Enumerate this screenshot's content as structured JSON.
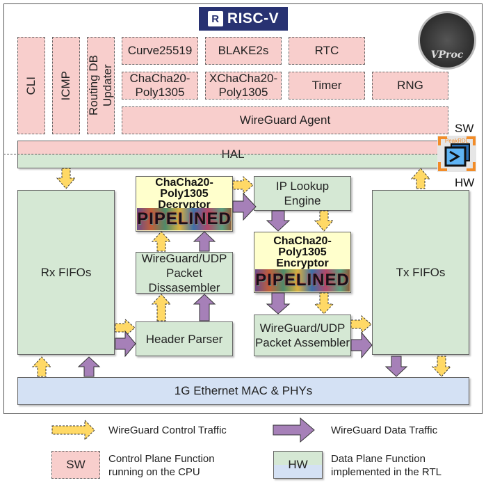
{
  "logo": {
    "text": "RISC-V",
    "mark": "R"
  },
  "badge": {
    "text": "VProc"
  },
  "software": {
    "vertical_blocks": [
      "CLI",
      "ICMP",
      "Routing DB Updater"
    ],
    "row1": [
      "Curve25519",
      "BLAKE2s",
      "RTC"
    ],
    "row2": [
      "ChaCha20-Poly1305",
      "XChaCha20-Poly1305",
      "Timer",
      "RNG"
    ],
    "agent": "WireGuard Agent"
  },
  "hal": "HAL",
  "boundary": {
    "sw_label": "SW",
    "hw_label": "HW",
    "icon_label": "PeakRDL"
  },
  "hardware": {
    "rx_fifos": "Rx FIFOs",
    "tx_fifos": "Tx FIFOs",
    "decryptor": {
      "title": "ChaCha20-Poly1305 Decryptor",
      "badge": "PIPELINED"
    },
    "encryptor": {
      "title": "ChaCha20-Poly1305 Encryptor",
      "badge": "PIPELINED"
    },
    "ip_lookup": "IP Lookup Engine",
    "disassembler": "WireGuard/UDP Packet Dissasembler",
    "assembler": "WireGuard/UDP Packet Assembler",
    "header_parser": "Header Parser",
    "ethernet": "1G Ethernet MAC & PHYs"
  },
  "legend": {
    "control_traffic": "WireGuard Control Traffic",
    "data_traffic": "WireGuard Data Traffic",
    "sw_box": "SW",
    "sw_desc_1": "Control Plane Function",
    "sw_desc_2": "running on the CPU",
    "hw_box": "HW",
    "hw_desc_1": "Data Plane Function",
    "hw_desc_2": "implemented in the RTL"
  },
  "colors": {
    "sw_fill": "#f8cecc",
    "hw_fill": "#d5e8d4",
    "eth_fill": "#d4e1f4",
    "crypto_fill": "#ffffcc",
    "control_arrow": "#ffd966",
    "data_arrow": "#a680b8",
    "risc_v_blue": "#283272",
    "peak_orange": "#f28c28"
  }
}
